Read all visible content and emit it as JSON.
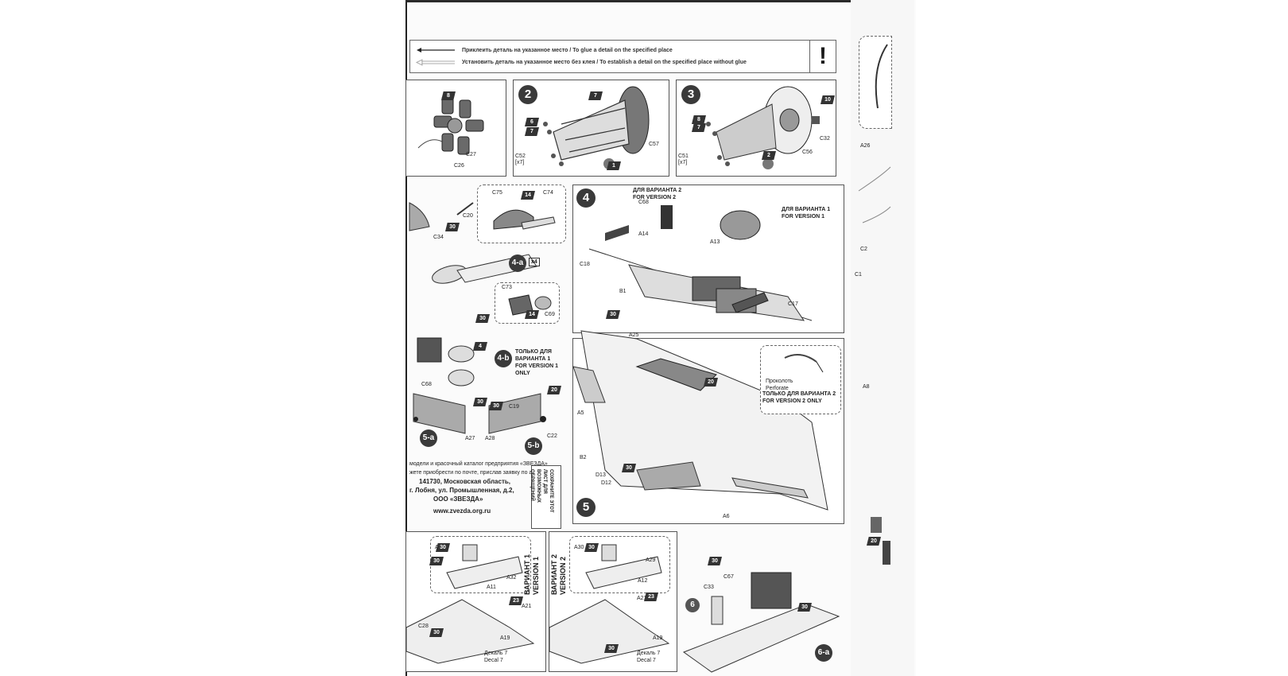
{
  "legend": {
    "glue": "Приклеить деталь на указанное место / To glue a detail on the specified place",
    "no_glue": "Установить деталь на указанное место без клея / To establish a detail on the specified place without glue",
    "warning": "!"
  },
  "steps": {
    "s2": "2",
    "s3": "3",
    "s4": "4",
    "s5": "5",
    "s6": "6",
    "s4a": "4-a",
    "s4b": "4-b",
    "s5a": "5-a",
    "s5b": "5-b",
    "s6a": "6-a"
  },
  "notes": {
    "v2": "ДЛЯ ВАРИАНТА 2\nFOR VERSION 2",
    "v1": "ДЛЯ ВАРИАНТА 1\nFOR VERSION 1",
    "v1only": "ТОЛЬКО ДЛЯ\nВАРИАНТА 1\nFOR VERSION 1\nONLY",
    "perforate": "Проколоть\nPerforate",
    "v2only": "ТОЛЬКО ДЛЯ ВАРИАНТА 2\nFOR VERSION 2 ONLY",
    "x4": "x4",
    "variant1": "ВАРИАНТ 1\nVERSION 1",
    "variant2": "ВАРИАНТ 2\nVERSION 2",
    "decal_a": "Декаль 7\nDecal 7",
    "decal_b": "Декаль 7\nDecal 7"
  },
  "address": {
    "line1": "модели и красочный каталог предприятия «ЗВЕЗДА»",
    "line2": "жете приобрести по почте, прислав заявку по адресу:",
    "line3": "141730, Московская область,",
    "line4": "г. Лобня, ул. Промышленная, д.2,",
    "line5": "ООО «ЗВЕЗДА»",
    "web": "www.zvezda.org.ru",
    "vertical": "СОХРАНИТЕ ЭТОТ ЛИСТ ДЛЯ ВОЗМОЖНЫХ ОБРАЩЕНИЙ"
  },
  "parts": {
    "c27": "C27",
    "c26": "C26",
    "c52": "C52\n[x7]",
    "c57": "C57",
    "c51": "C51\n[x7]",
    "c56": "C56",
    "c32": "C32",
    "c20": "C20",
    "c34": "C34",
    "c75": "C75",
    "c74": "C74",
    "c73": "C73",
    "c69": "C69",
    "c68a": "C68",
    "c68": "C68",
    "a14": "A14",
    "a13": "A13",
    "c18": "C18",
    "b1": "B1",
    "c17": "C17",
    "c19": "C19",
    "a27": "A27",
    "a28": "A28",
    "c22": "C22",
    "a25": "A25",
    "a5": "A5",
    "b2": "B2",
    "d13": "D13",
    "d12": "D12",
    "a6": "A6",
    "a31": "A31",
    "a32": "A32",
    "a11": "A11",
    "a21a": "A21",
    "c28": "C28",
    "a19a": "A19",
    "a30": "A30",
    "a29": "A29",
    "a12": "A12",
    "a21b": "A21",
    "a19b": "A19",
    "c33": "C33",
    "c67": "C67",
    "c2": "C2",
    "c1": "C1",
    "a8": "A8",
    "a26": "A26"
  },
  "color_codes": [
    "8",
    "7",
    "6",
    "7",
    "8",
    "7",
    "10",
    "14",
    "30",
    "14",
    "30",
    "4",
    "30",
    "30",
    "20",
    "30",
    "30",
    "30",
    "30",
    "30",
    "23",
    "30",
    "23",
    "30",
    "30",
    "30",
    "20",
    "20",
    "2",
    "1"
  ]
}
